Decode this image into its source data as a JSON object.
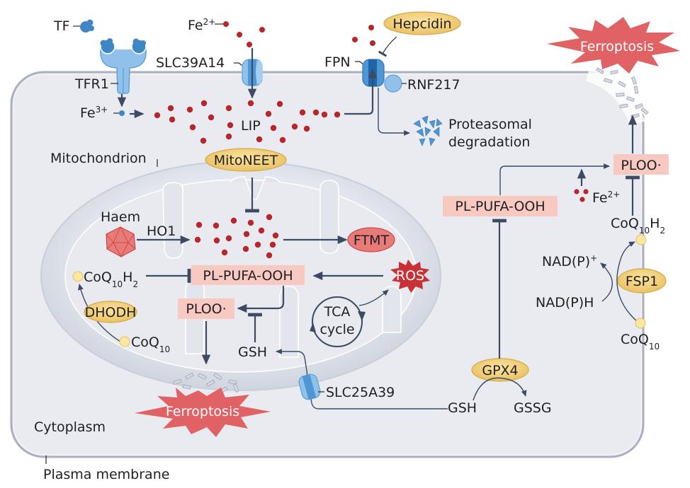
{
  "title": "Iron metabolism and ferroptosis regulation",
  "colors": {
    "cytoplasm": "#e9ebf1",
    "membrane": "#aab0c0",
    "mitochondrion": "#d9dde6",
    "iron": "#b8252b",
    "protein_yellow": "#f4d27a",
    "lipid_box": "#f7c9c1",
    "ferroptosis": "#e06264",
    "transporter_blue": "#4f97d4",
    "arrow": "#3c4a63"
  },
  "compartments": {
    "cytoplasm": "Cytoplasm",
    "plasma_membrane": "Plasma membrane",
    "mitochondrion": "Mitochondrion"
  },
  "labels": {
    "tf": "TF",
    "tfr1": "TFR1",
    "fe3": "Fe",
    "fe3_sup": "3+",
    "fe2_out": "Fe",
    "fe2_out_sup": "2+",
    "slc39a14": "SLC39A14",
    "fpn": "FPN",
    "hepcidin": "Hepcidin",
    "rnf217": "RNF217",
    "proteasomal_1": "Proteasomal",
    "proteasomal_2": "degradation",
    "lip": "LIP",
    "mitoneet": "MitoNEET",
    "haem": "Haem",
    "ho1": "HO1",
    "ftmt": "FTMT",
    "ros": "ROS",
    "pl_pufa_ooh_mito": "PL-PUFA-OOH",
    "ploo_mito": "PLOO·",
    "gsh_mito": "GSH",
    "tca_1": "TCA",
    "tca_2": "cycle",
    "coq10h2_mito": "CoQ",
    "coq10h2_mito_sub": "10",
    "coq10h2_mito_h": "H",
    "coq10h2_mito_sub2": "2",
    "dhodh": "DHODH",
    "coq10_mito": "CoQ",
    "coq10_mito_sub": "10",
    "ferroptosis_mito": "Ferroptosis",
    "slc25a39": "SLC25A39",
    "gsh_cyto": "GSH",
    "gssg": "GSSG",
    "gpx4": "GPX4",
    "pl_pufa_ooh_cyto": "PL-PUFA-OOH",
    "ploo_cyto": "PLOO·",
    "fe2_cyto": "Fe",
    "fe2_cyto_sup": "2+",
    "coq10h2_cyto": "CoQ",
    "coq10h2_cyto_sub": "10",
    "coq10h2_cyto_h": "H",
    "coq10h2_cyto_sub2": "2",
    "nadp_plus": "NAD(P)",
    "nadp_plus_sup": "+",
    "nadph": "NAD(P)H",
    "fsp1": "FSP1",
    "coq10_cyto": "CoQ",
    "coq10_cyto_sub": "10",
    "ferroptosis_cell": "Ferroptosis"
  }
}
